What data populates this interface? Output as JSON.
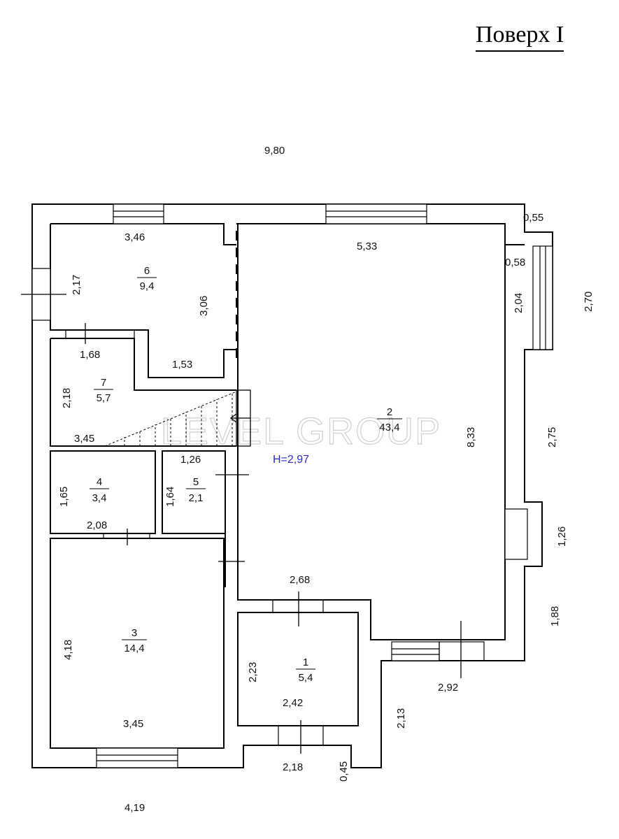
{
  "title": "Поверх I",
  "height_label": "H=2,97",
  "watermark": "LEVEL GROUP",
  "rooms": [
    {
      "num": "6",
      "area": "9,4"
    },
    {
      "num": "7",
      "area": "5,7"
    },
    {
      "num": "4",
      "area": "3,4"
    },
    {
      "num": "5",
      "area": "2,1"
    },
    {
      "num": "3",
      "area": "14,4"
    },
    {
      "num": "2",
      "area": "43,4"
    },
    {
      "num": "1",
      "area": "5,4"
    }
  ],
  "dims": {
    "top_total": "9,80",
    "bottom_total": "4,19",
    "r6_w": "3,46",
    "r6_h": "2,17",
    "r6_inner": "3,06",
    "r6_b": "1,53",
    "r7_w": "1,68",
    "r7_h": "2,18",
    "r7_stair": "3,45",
    "r4_h": "1,65",
    "r4_w": "2,08",
    "r5_w": "1,26",
    "r5_h": "1,64",
    "r3_h": "4,18",
    "r3_w": "3,45",
    "r2_top": "5,33",
    "r2_h": "8,33",
    "r2_bay": "2,04",
    "r2_b": "2,68",
    "r1_h": "2,23",
    "r1_w": "2,42",
    "out_055": "0,55",
    "out_058": "0,58",
    "out_270": "2,70",
    "out_275": "2,75",
    "out_126": "1,26",
    "out_188": "1,88",
    "out_292": "2,92",
    "out_213": "2,13",
    "out_218": "2,18",
    "out_045": "0,45"
  }
}
